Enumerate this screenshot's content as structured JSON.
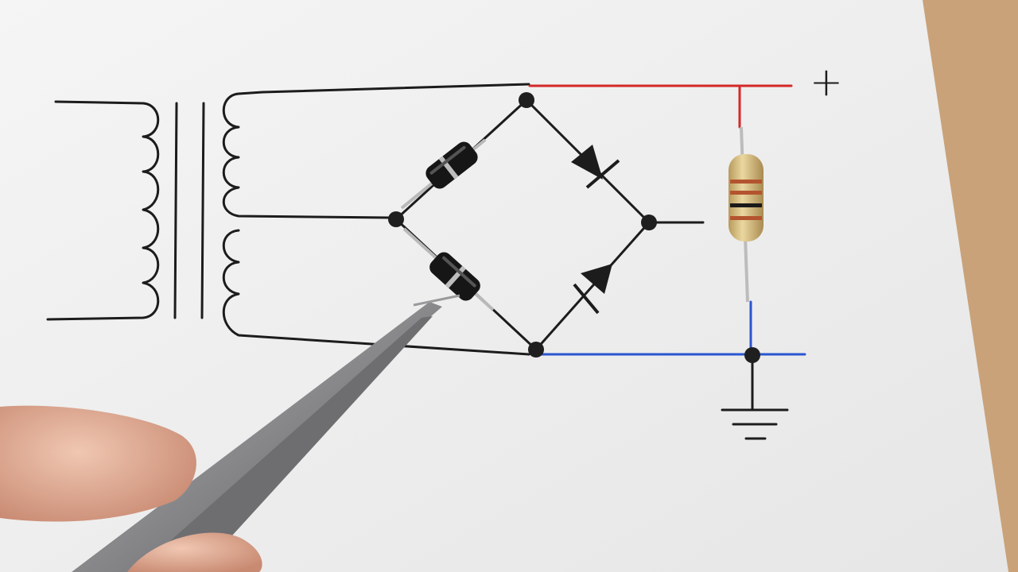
{
  "scene": {
    "positive_label": "+",
    "colors": {
      "table": "#c9a27a",
      "paper": "#f2f2f2",
      "ink": "#1c1c1c",
      "positive_wire": "#d42828",
      "negative_wire": "#2a55d0",
      "diode_body": "#161616",
      "diode_band": "#bdbdbd",
      "resistor_body": "#dcc488",
      "tweezers": "#8f8f92",
      "skin": "#e2b098"
    },
    "objects": [
      "transformer-symbol",
      "bridge-rectifier",
      "diode-component",
      "resistor-component",
      "ground-symbol",
      "tweezers",
      "finger"
    ]
  }
}
